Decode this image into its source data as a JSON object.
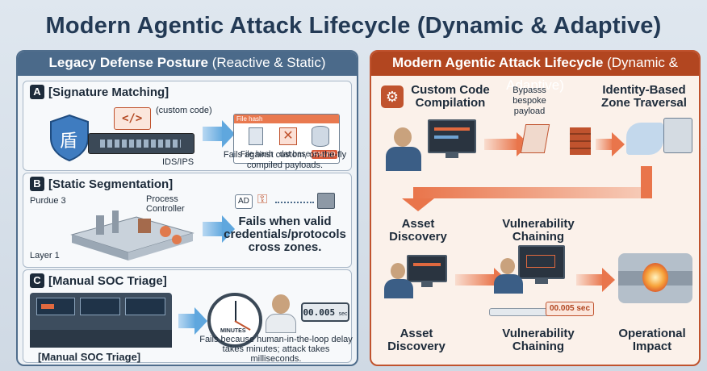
{
  "title": "Modern Agentic Attack Lifecycle (Dynamic & Adaptive)",
  "left": {
    "header_main": "Legacy Defense Posture",
    "header_sub": "(Reactive & Static)",
    "a": {
      "badge": "A",
      "title": "[Signature Matching]",
      "custom_code": "(custom code)",
      "code_glyph": "</>",
      "device_label": "IDS/IPS",
      "shield_glyph": "盾",
      "window_title": "File hash",
      "file_hash": "File hash",
      "dat_base": "dat base",
      "failed": "FAILED",
      "fail_text": "Fails against custom, on-the-fly compiled payloads."
    },
    "b": {
      "badge": "B",
      "title": "[Static Segmentation]",
      "purdue": "Purdue 3",
      "process_controller": "Process Controller",
      "layer": "Layer 1",
      "ad": "AD",
      "fail_text": "Fails when valid credentials/protocols cross zones."
    },
    "c": {
      "badge": "C",
      "title": "[Manual SOC Triage]",
      "minutes": "MINUTES",
      "timer": "00.005",
      "timer_unit": "sec",
      "bottom_label": "[Manual SOC Triage]",
      "fail_text": "Fails because human-in-the-loop delay takes minutes; attack takes milliseconds."
    }
  },
  "right": {
    "header_main": "Modern Agentic Attack Lifecycle",
    "header_sub": "(Dynamic & Adaptive)",
    "custom_code": "Custom Code Compilation",
    "bypass": "Bypasss bespoke payload",
    "identity": "Identity-Based Zone Traversal",
    "asset_top": "Asset Discovery",
    "vuln_top": "Vulnerability Chaining",
    "asset_bottom": "Asset Discovery",
    "vuln_bottom": "Vulnerability Chaining",
    "timer": "00.005 sec",
    "impact": "Operational Impact"
  },
  "colors": {
    "legacy_accent": "#4b6a8a",
    "modern_accent": "#b24620",
    "title": "#233a55"
  }
}
